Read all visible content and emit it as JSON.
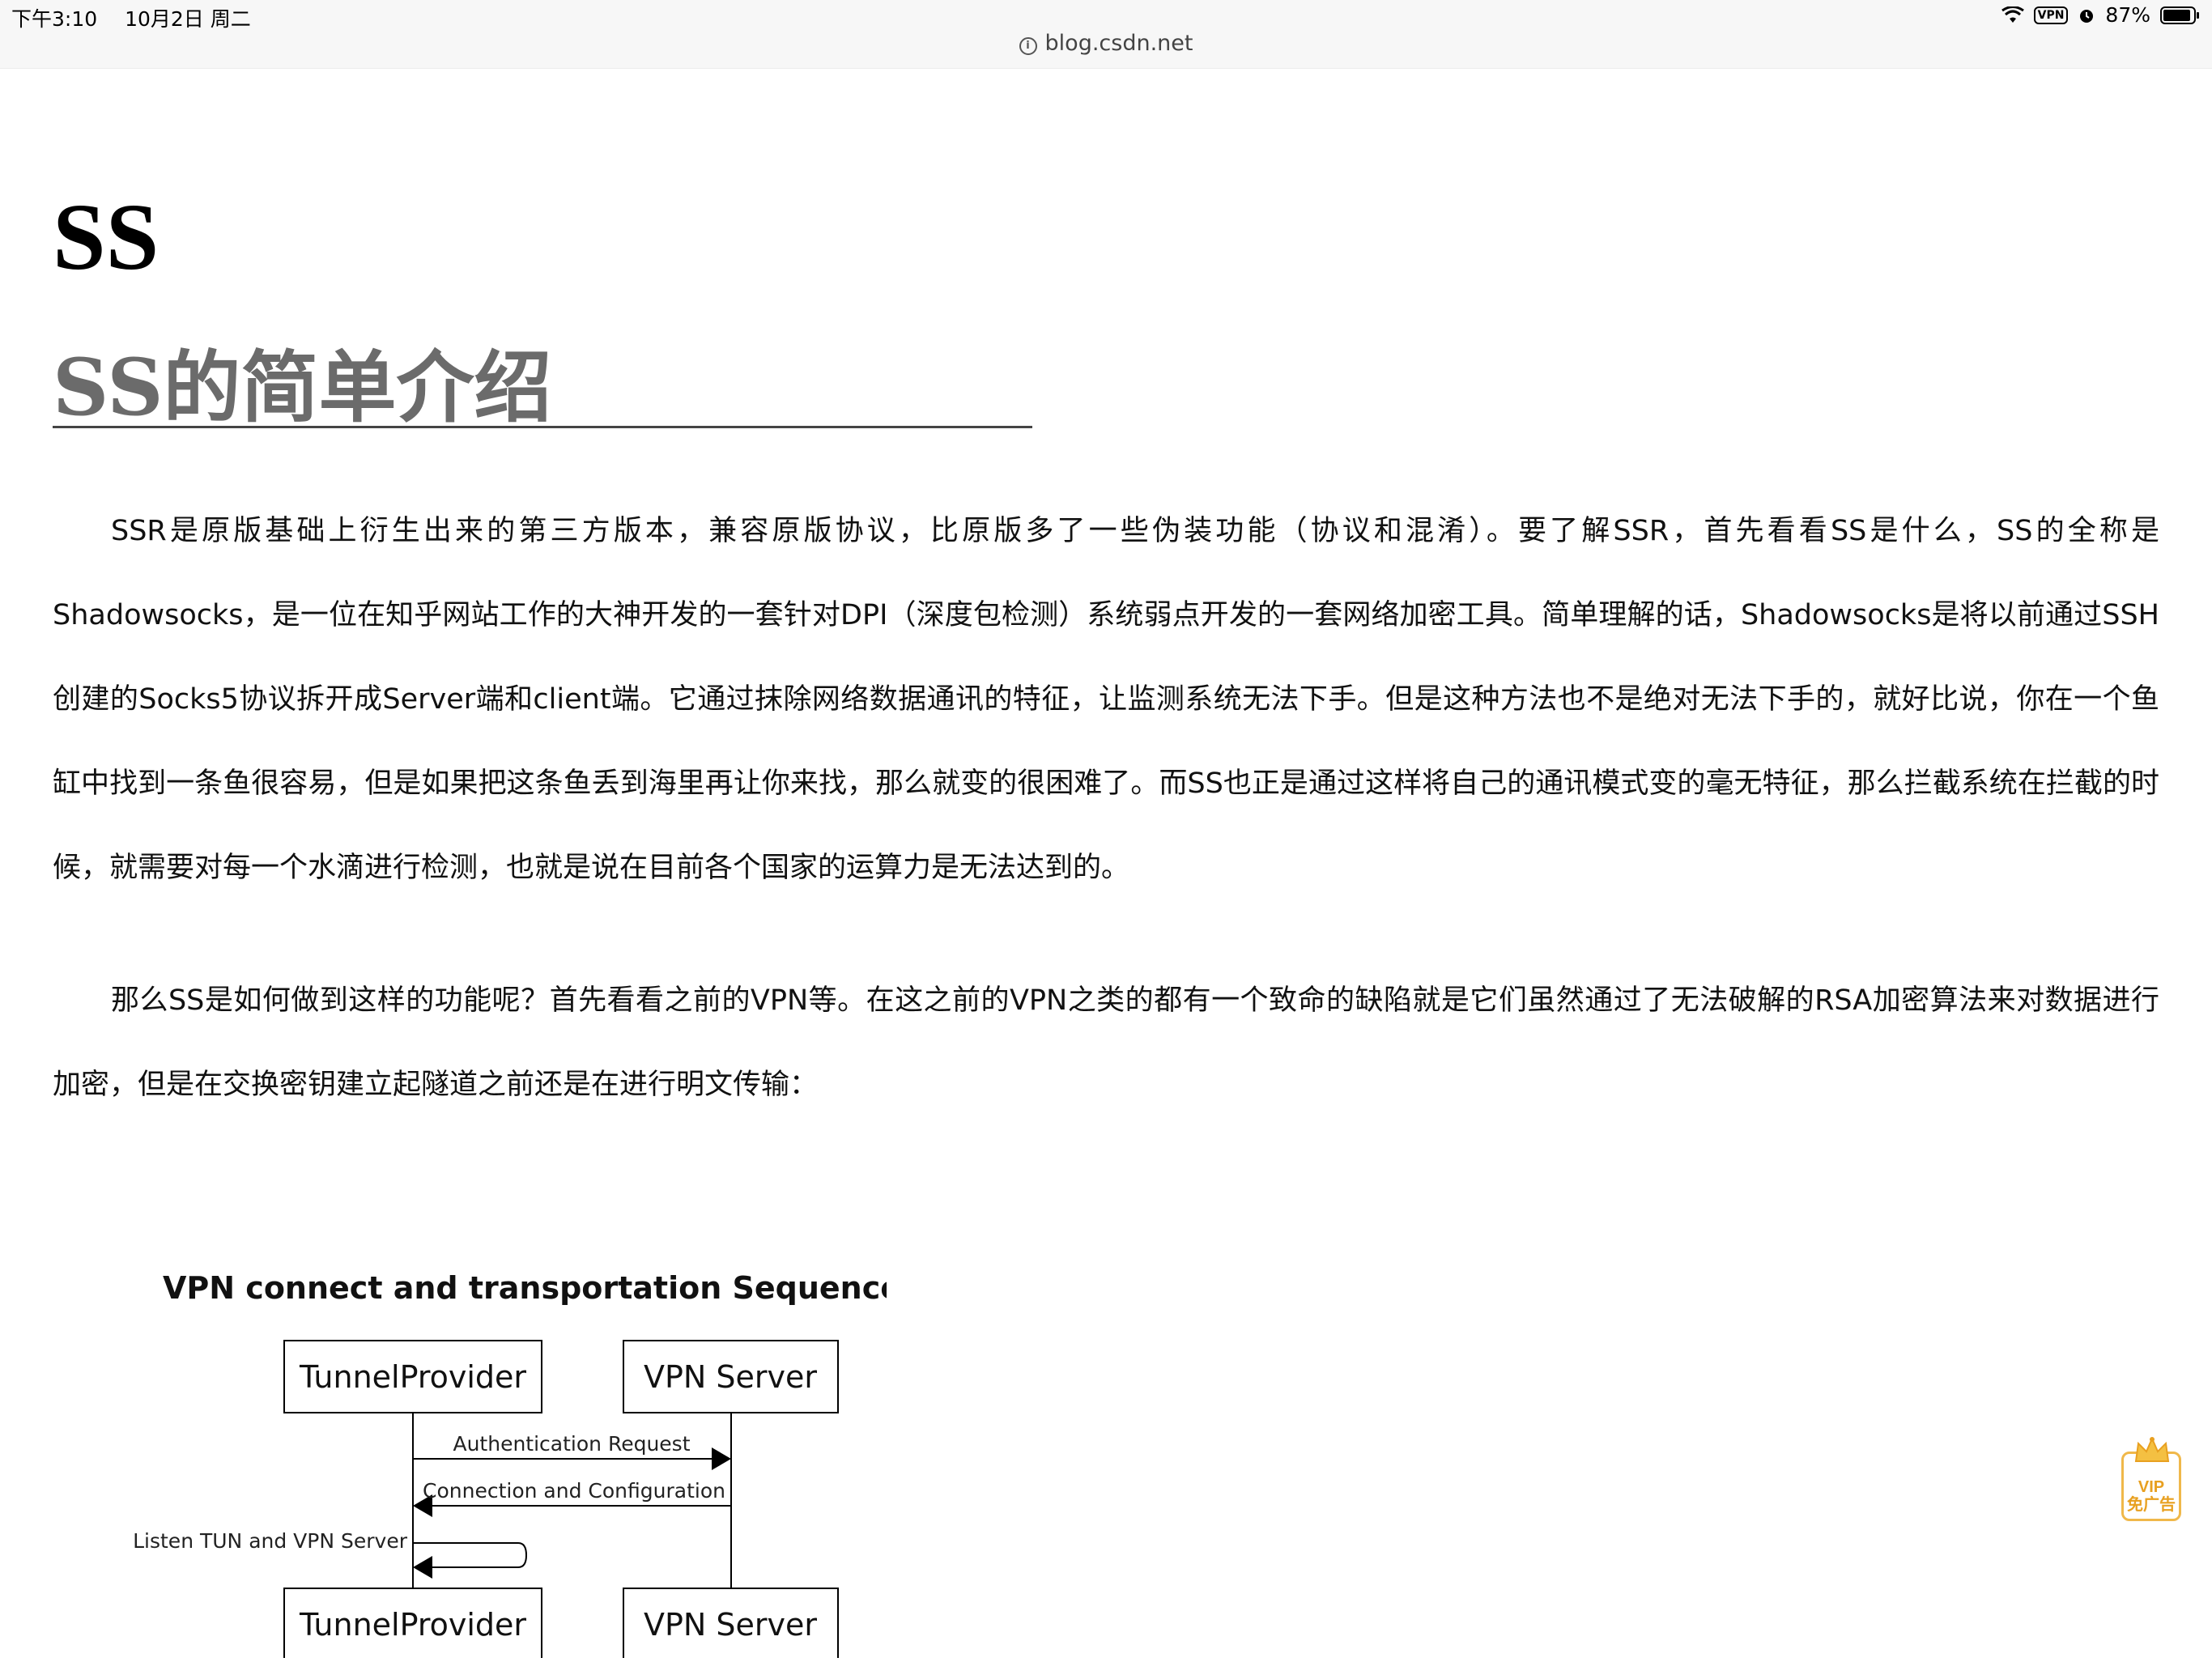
{
  "status_bar": {
    "time": "下午3:10",
    "date": "10月2日 周二",
    "vpn_badge": "VPN",
    "battery": "87%",
    "icons": [
      "wifi-icon",
      "vpn-icon",
      "alarm-icon",
      "battery-icon"
    ]
  },
  "address_bar": {
    "url": "blog.csdn.net",
    "icon": "info-icon"
  },
  "article": {
    "h1": "SS",
    "h2": "SS的简单介绍",
    "paragraphs": [
      "SSR是原版基础上衍生出来的第三方版本，兼容原版协议，比原版多了一些伪装功能（协议和混淆）。要了解SSR，首先看看SS是什么，SS的全称是Shadowsocks，是一位在知乎网站工作的大神开发的一套针对DPI（深度包检测）系统弱点开发的一套网络加密工具。简单理解的话，Shadowsocks是将以前通过SSH创建的Socks5协议拆开成Server端和client端。它通过抹除网络数据通讯的特征，让监测系统无法下手。但是这种方法也不是绝对无法下手的，就好比说，你在一个鱼缸中找到一条鱼很容易，但是如果把这条鱼丢到海里再让你来找，那么就变的很困难了。而SS也正是通过这样将自己的通讯模式变的毫无特征，那么拦截系统在拦截的时候，就需要对每一个水滴进行检测，也就是说在目前各个国家的运算力是无法达到的。",
      "那么SS是如何做到这样的功能呢？首先看看之前的VPN等。在这之前的VPN之类的都有一个致命的缺陷就是它们虽然通过了无法破解的RSA加密算法来对数据进行加密，但是在交换密钥建立起隧道之前还是在进行明文传输："
    ]
  },
  "diagram": {
    "title": "VPN connect and transportation Sequence",
    "participants": [
      "TunnelProvider",
      "VPN Server"
    ],
    "messages": [
      "Authentication Request",
      "Connection and Configuration",
      "Listen TUN and VPN Server"
    ]
  },
  "vip_badge": {
    "line1": "VIP",
    "line2": "免广告",
    "icon": "crown-icon",
    "color": "#f0b84a"
  }
}
